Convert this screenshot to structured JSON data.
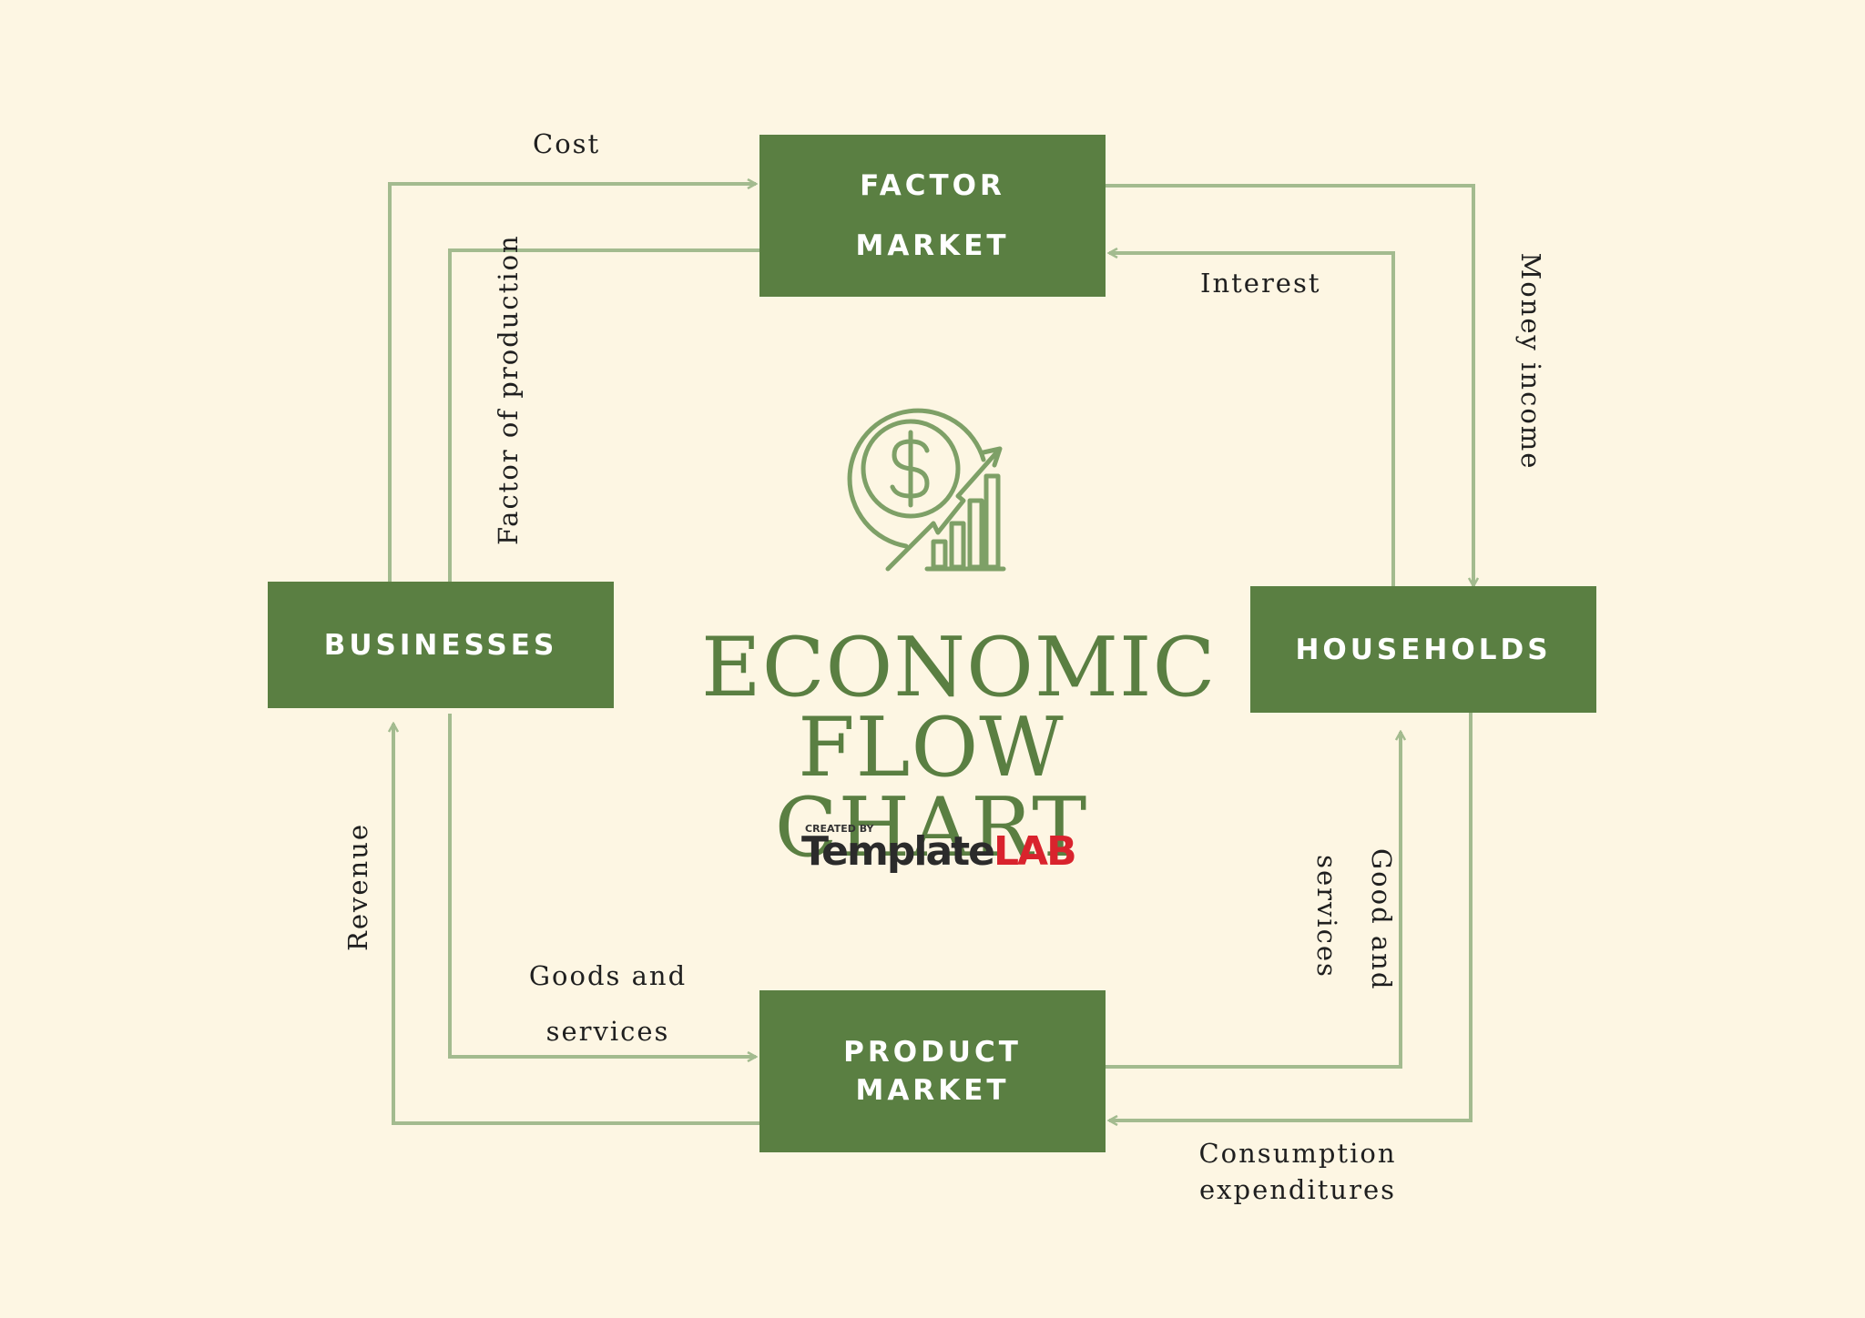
{
  "title": "ECONOMIC FLOW CHART",
  "nodes": {
    "factor_market": [
      "FACTOR",
      "MARKET"
    ],
    "businesses": "BUSINESSES",
    "households": "HOUSEHOLDS",
    "product_market": [
      "PRODUCT",
      "MARKET"
    ]
  },
  "flows": {
    "cost": "Cost",
    "factor_of_production": "Factor of production",
    "interest": "Interest",
    "money_income": "Money income",
    "revenue": "Revenue",
    "goods_and_services": [
      "Goods and",
      "services"
    ],
    "good_and_services": [
      "Good and",
      "services"
    ],
    "consumption_expenditures": [
      "Consumption",
      "expenditures"
    ]
  },
  "logo": {
    "created_by": "CREATED BY",
    "name_part1": "Template",
    "name_part2": "LAB"
  },
  "colors": {
    "background": "#fdf6e3",
    "box": "#5a7f42",
    "arrow": "#a3bb8f",
    "title": "#5a7f42",
    "logo_accent": "#d9232d"
  },
  "icons": [
    "dollar-coin-growth-icon"
  ]
}
